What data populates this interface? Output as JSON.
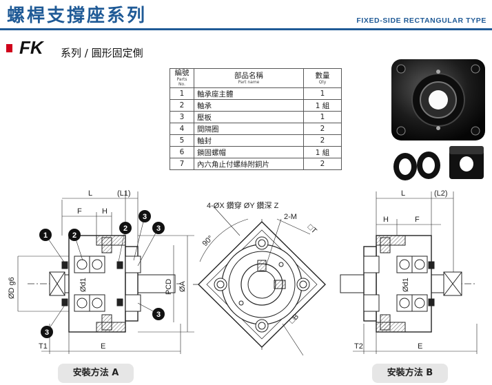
{
  "header": {
    "title": "螺桿支撐座系列",
    "subtitle": "FIXED-SIDE RECTANGULAR TYPE"
  },
  "section": {
    "model": "FK",
    "description": "系列 / 圓形固定側"
  },
  "parts_table": {
    "headers": [
      {
        "label": "編號",
        "sub": "Parts No."
      },
      {
        "label": "部品名稱",
        "sub": "Part name"
      },
      {
        "label": "數量",
        "sub": "Qty"
      }
    ],
    "rows": [
      {
        "no": "1",
        "name": "軸承座主體",
        "qty": "1"
      },
      {
        "no": "2",
        "name": "軸承",
        "qty": "1 組"
      },
      {
        "no": "3",
        "name": "壓板",
        "qty": "1"
      },
      {
        "no": "4",
        "name": "間隔圈",
        "qty": "2"
      },
      {
        "no": "5",
        "name": "軸封",
        "qty": "2"
      },
      {
        "no": "6",
        "name": "鎖固螺帽",
        "qty": "1 組"
      },
      {
        "no": "7",
        "name": "內六角止付螺絲附銅片",
        "qty": "2"
      }
    ]
  },
  "drawing_a": {
    "dim_L": "L",
    "dim_L1": "(L1)",
    "dim_F": "F",
    "dim_H": "H",
    "dim_Dg6": "ØD g6",
    "dim_d1": "Ød1",
    "dim_PCD": "PCD",
    "dim_A": "ØA",
    "dim_T1": "T1",
    "dim_E": "E",
    "callouts": [
      "1",
      "2",
      "2",
      "3",
      "3",
      "3"
    ],
    "caption": "安裝方法 A"
  },
  "drawing_front": {
    "hole_note": "4-ØX 鑽穿  ØY 鑽深 Z",
    "dim_M": "2-M",
    "dim_T": "□T",
    "dim_B": "□B",
    "angle": "90°"
  },
  "drawing_b": {
    "dim_L": "L",
    "dim_L2": "(L2)",
    "dim_H": "H",
    "dim_F": "F",
    "dim_d1": "Ød1",
    "dim_T2": "T2",
    "dim_E": "E",
    "caption": "安裝方法 B"
  },
  "colors": {
    "brand": "#1f5a96",
    "accent": "#d0021b"
  }
}
